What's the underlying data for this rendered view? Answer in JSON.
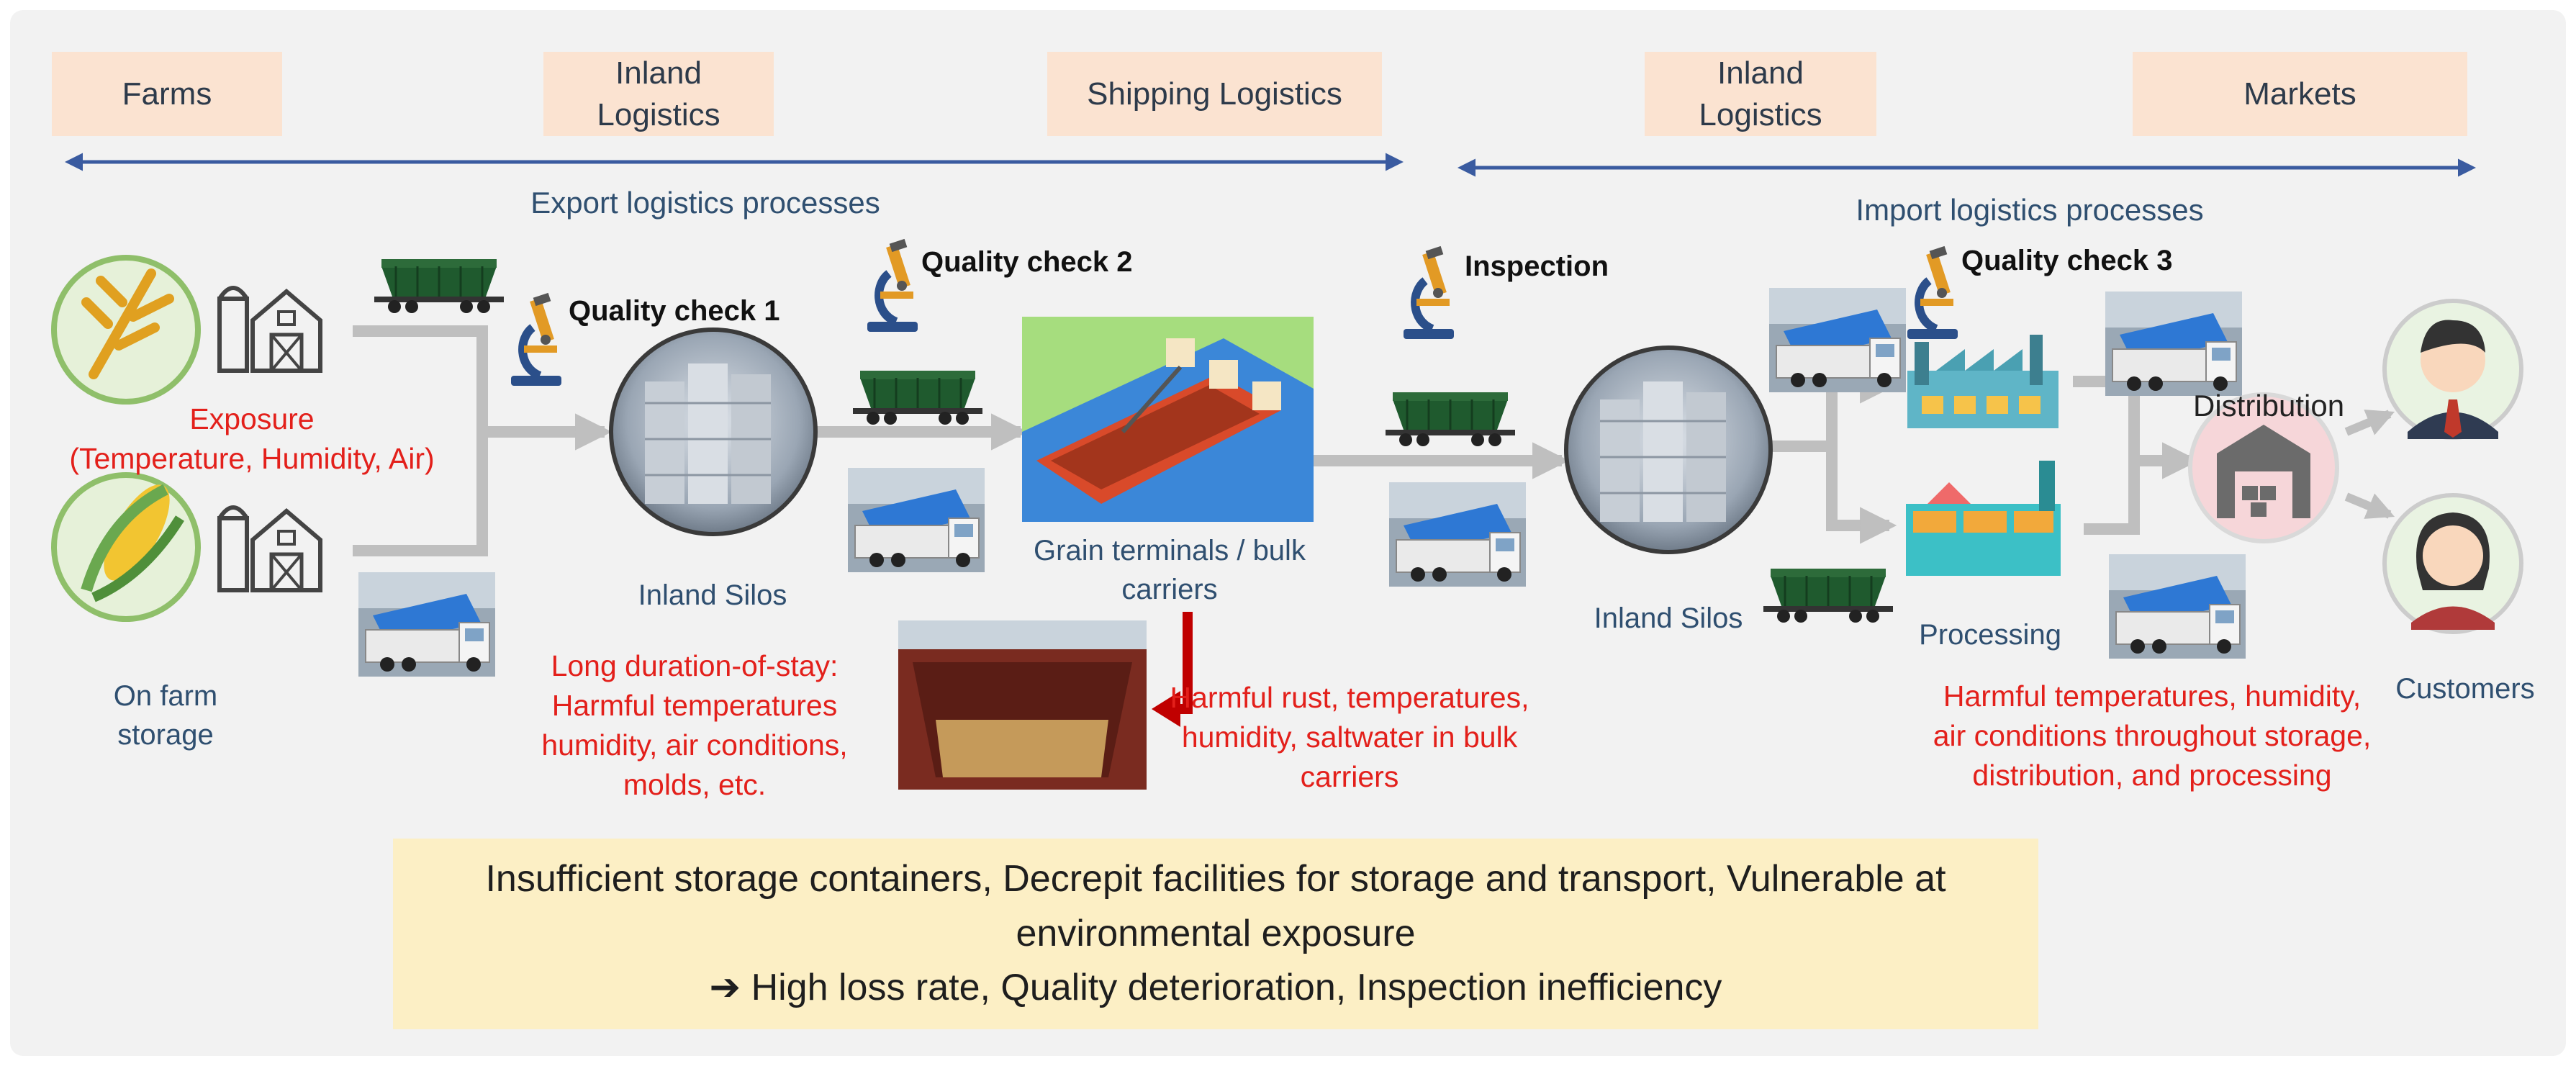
{
  "stages": {
    "farms": "Farms",
    "inland_logistics_1": "Inland Logistics",
    "shipping_logistics": "Shipping Logistics",
    "inland_logistics_2": "Inland Logistics",
    "markets": "Markets"
  },
  "processes": {
    "export": "Export logistics processes",
    "import": "Import logistics processes"
  },
  "nodes": {
    "on_farm_storage": "On farm storage",
    "inland_silos_1": "Inland Silos",
    "grain_terminals": "Grain terminals / bulk carriers",
    "inland_silos_2": "Inland Silos",
    "processing": "Processing",
    "distribution": "Distribution",
    "customers": "Customers"
  },
  "checks": {
    "qc1": "Quality check  1",
    "qc2": "Quality check  2",
    "inspection": "Inspection",
    "qc3": "Quality check  3"
  },
  "risks": {
    "exposure_1": "Exposure",
    "exposure_2": "(Temperature, Humidity, Air)",
    "long_duration": "Long duration-of-stay: Harmful temperatures humidity, air conditions, molds, etc.",
    "bulk_carriers": "Harmful rust, temperatures, humidity, saltwater in bulk carriers",
    "harmful_distribution": "Harmful temperatures, humidity, air conditions throughout storage, distribution, and processing"
  },
  "summary": {
    "line1": "Insufficient storage containers, Decrepit facilities for storage and transport, Vulnerable at environmental exposure",
    "arrow_glyph": "➔",
    "line2": "High loss rate, Quality deterioration, Inspection inefficiency"
  },
  "colors": {
    "stage_box": "#fbe3d1",
    "process_arrow": "#3a5ba0",
    "flow_arrow": "#bfbfbf",
    "risk_text": "#e3201b",
    "summary_bg": "#fcefc5"
  },
  "icons": [
    "wheat-icon",
    "corn-icon",
    "barn-icon",
    "hopper-railcar-icon",
    "truck-icon",
    "microscope-icon",
    "silo-icon",
    "grain-terminal-icon",
    "cargo-hold-icon",
    "factory-icon",
    "warehouse-icon",
    "customer-man-icon",
    "customer-woman-icon"
  ]
}
